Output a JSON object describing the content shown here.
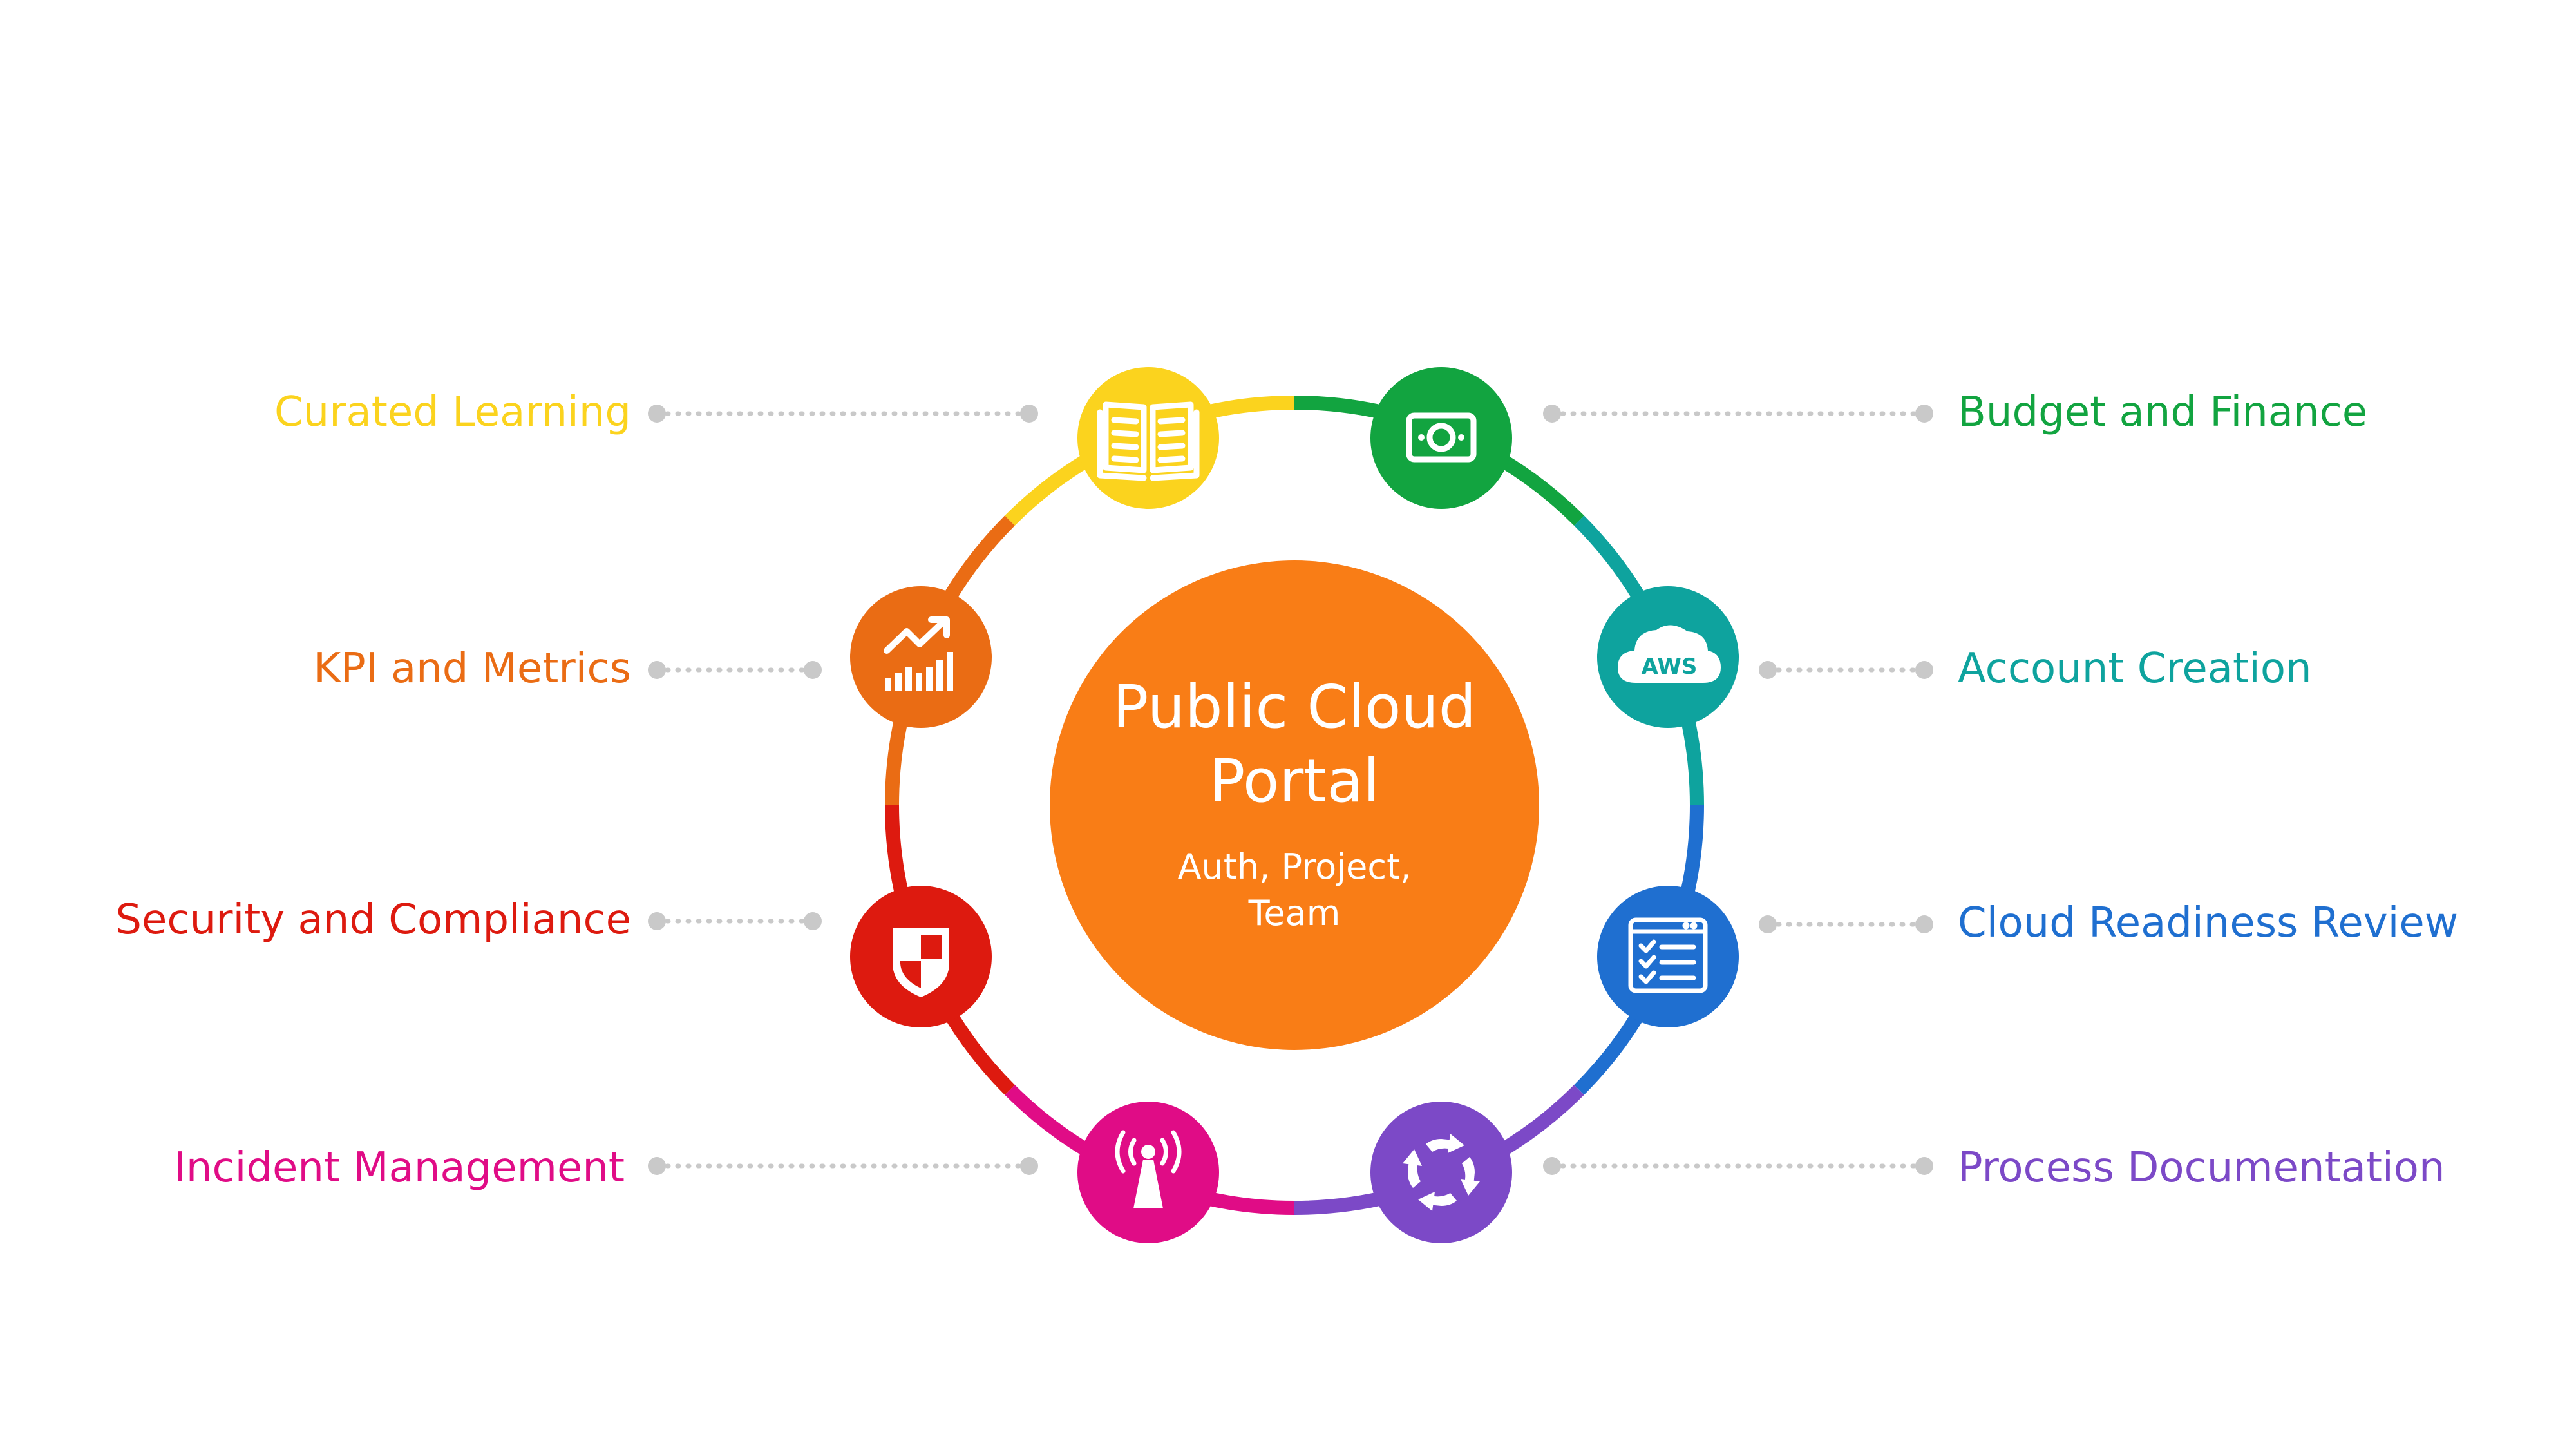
{
  "center": {
    "title_line1": "Public Cloud",
    "title_line2": "Portal",
    "subtitle_line1": "Auth, Project,",
    "subtitle_line2": "Team",
    "color": "#f97d16"
  },
  "items": [
    {
      "label": "Curated Learning",
      "color": "#fbd31e",
      "icon": "book-icon",
      "side": "left"
    },
    {
      "label": "Budget and Finance",
      "color": "#12a440",
      "icon": "money-icon",
      "side": "right"
    },
    {
      "label": "KPI and Metrics",
      "color": "#ea6c14",
      "icon": "chart-icon",
      "side": "left"
    },
    {
      "label": "Account Creation",
      "color": "#0ea39e",
      "icon": "cloud-icon",
      "icon_text": "AWS",
      "side": "right"
    },
    {
      "label": "Security and Compliance",
      "color": "#dd1a0f",
      "icon": "shield-icon",
      "side": "left"
    },
    {
      "label": "Cloud Readiness Review",
      "color": "#1f6fd0",
      "icon": "checklist-icon",
      "side": "right"
    },
    {
      "label": "Incident Management",
      "color": "#e00c86",
      "icon": "antenna-icon",
      "side": "left"
    },
    {
      "label": "Process Documentation",
      "color": "#7c49c7",
      "icon": "cycle-icon",
      "side": "right"
    }
  ]
}
